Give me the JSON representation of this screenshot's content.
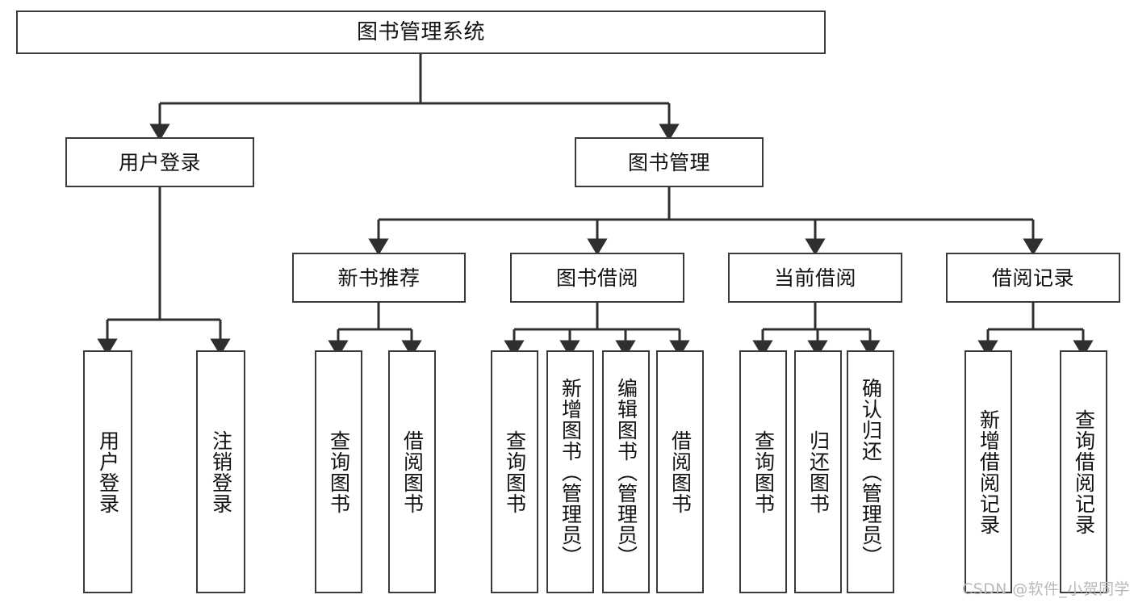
{
  "diagram": {
    "title": "图书管理系统",
    "type": "tree-hierarchy",
    "orientation": "top-down",
    "colors": {
      "box_border": "#3a3a3a",
      "box_fill": "#ffffff",
      "edge": "#2f2f2f",
      "text": "#111111",
      "watermark": "#b9b9b9",
      "background": "#ffffff"
    }
  },
  "root": {
    "label": "图书管理系统"
  },
  "level1": [
    {
      "label": "用户登录"
    },
    {
      "label": "图书管理"
    }
  ],
  "level2": [
    {
      "label": "新书推荐"
    },
    {
      "label": "图书借阅"
    },
    {
      "label": "当前借阅"
    },
    {
      "label": "借阅记录"
    }
  ],
  "leaves": {
    "user_login": [
      {
        "label": "用户登录"
      },
      {
        "label": "注销登录"
      }
    ],
    "new_book_recommend": [
      {
        "label": "查询图书"
      },
      {
        "label": "借阅图书"
      }
    ],
    "book_borrow": [
      {
        "label": "查询图书"
      },
      {
        "label": "新增图书（管理员）"
      },
      {
        "label": "编辑图书（管理员）"
      },
      {
        "label": "借阅图书"
      }
    ],
    "current_borrow": [
      {
        "label": "查询图书"
      },
      {
        "label": "归还图书"
      },
      {
        "label": "确认归还（管理员）"
      }
    ],
    "borrow_record": [
      {
        "label": "新增借阅记录"
      },
      {
        "label": "查询借阅记录"
      }
    ]
  },
  "watermark": {
    "text": "CSDN @软件_小贺同学"
  }
}
